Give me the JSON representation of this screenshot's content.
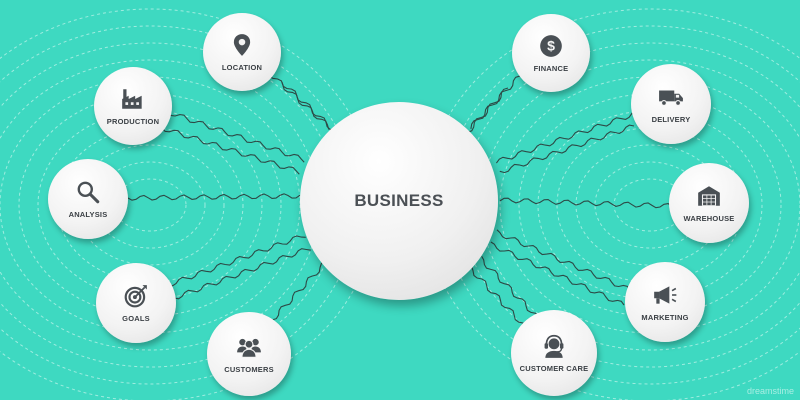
{
  "center": {
    "label": "BUSINESS"
  },
  "nodes": [
    {
      "id": "location",
      "label": "LOCATION",
      "icon": "map-pin-icon"
    },
    {
      "id": "production",
      "label": "PRODUCTION",
      "icon": "factory-icon"
    },
    {
      "id": "analysis",
      "label": "ANALYSIS",
      "icon": "magnifier-icon"
    },
    {
      "id": "goals",
      "label": "GOALS",
      "icon": "target-icon"
    },
    {
      "id": "customers",
      "label": "CUSTOMERS",
      "icon": "people-icon"
    },
    {
      "id": "finance",
      "label": "FINANCE",
      "icon": "dollar-coin-icon"
    },
    {
      "id": "delivery",
      "label": "DELIVERY",
      "icon": "truck-icon"
    },
    {
      "id": "warehouse",
      "label": "WAREHOUSE",
      "icon": "warehouse-icon"
    },
    {
      "id": "marketing",
      "label": "MARKETING",
      "icon": "megaphone-icon"
    },
    {
      "id": "customer_care",
      "label": "CUSTOMER CARE",
      "icon": "headset-icon"
    }
  ],
  "colors": {
    "background": "#3ed9c1",
    "icon": "#4a5055",
    "text": "#3a3f44",
    "connector": "#2d4a46"
  },
  "watermark": "dreamstime"
}
